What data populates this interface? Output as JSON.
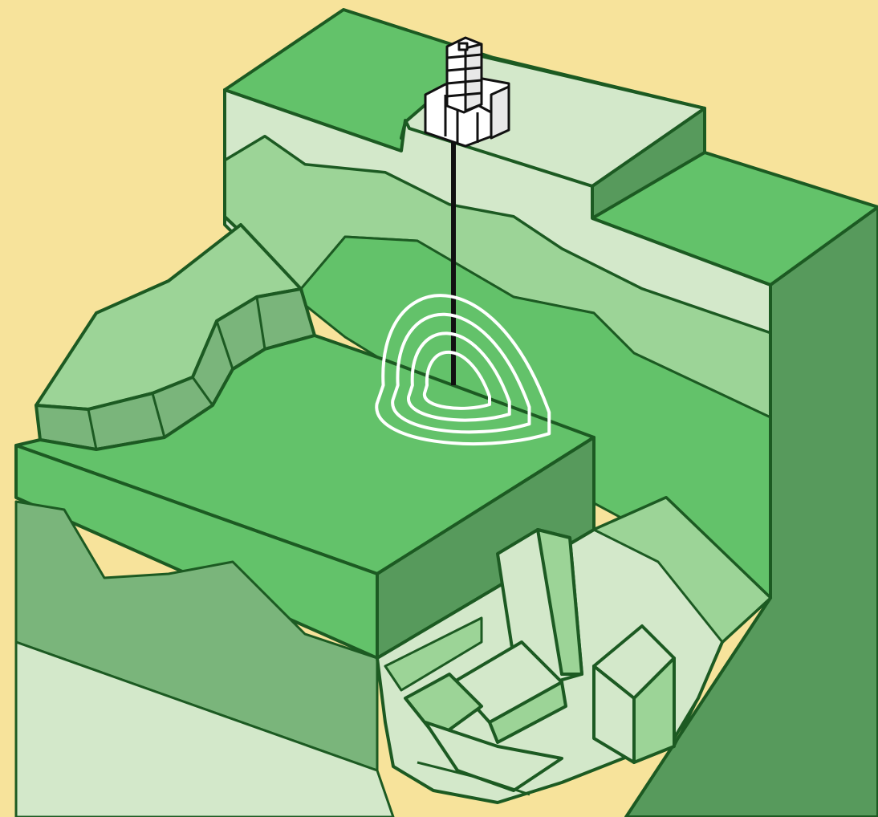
{
  "illustration": {
    "palette": {
      "sky": "#f7e39b",
      "grass": "#63c26a",
      "grass_shadow": "#579a5c",
      "layer_pale": "#d3e8ca",
      "layer_mid": "#9cd497",
      "layer_sage": "#7ab57b",
      "outline": "#1c5a22",
      "ripples": "#ffffff",
      "rig": "#ffffff"
    },
    "elements": [
      "terrain-block",
      "drilling-rig",
      "borehole",
      "seismic-ripples",
      "underground-cavern",
      "rock-blocks"
    ],
    "ripple_count": 4
  }
}
